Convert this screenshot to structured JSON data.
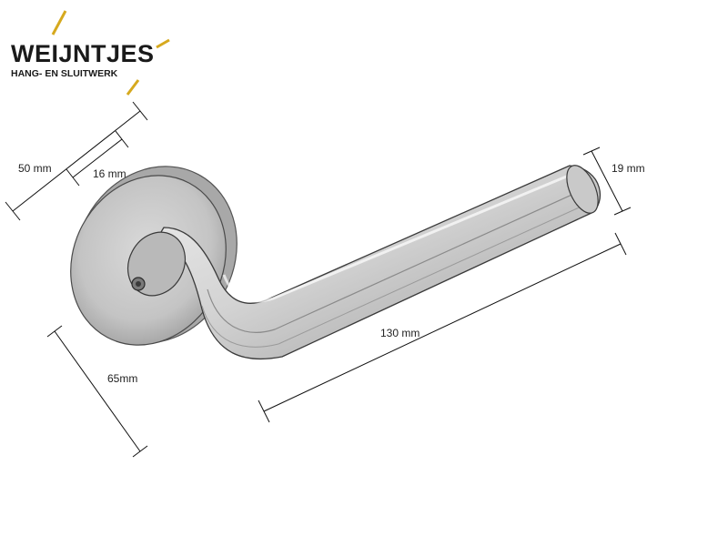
{
  "logo": {
    "brand": "WEIJNTJES",
    "tagline": "HANG- EN SLUITWERK",
    "accent_color": "#d6a91e",
    "text_color": "#1a1a1a"
  },
  "product": {
    "name": "door-handle-lever-on-round-rose"
  },
  "dimensions": {
    "rose_diameter": "50 mm",
    "neck_diameter": "16 mm",
    "grip_diameter": "19 mm",
    "lever_length": "130 mm",
    "projection": "65mm"
  }
}
